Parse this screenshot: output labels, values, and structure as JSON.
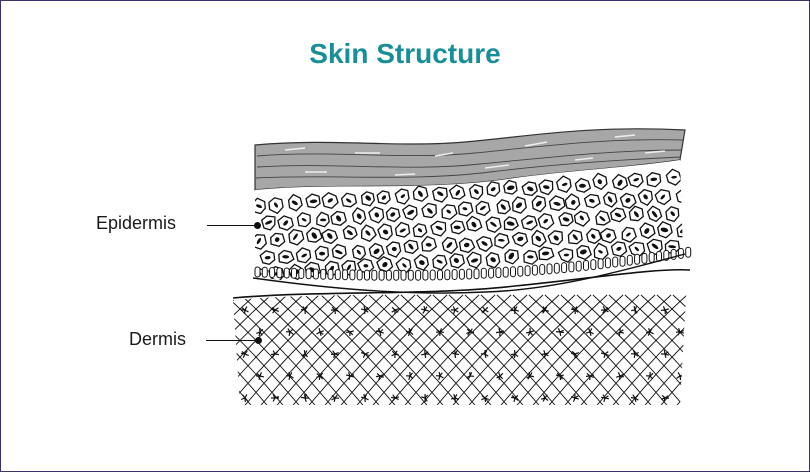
{
  "title": "Skin Structure",
  "labels": {
    "epidermis": "Epidermis",
    "dermis": "Dermis"
  },
  "colors": {
    "title": "#1a8e96",
    "border": "#3a2f6b",
    "ink": "#1a1a1a",
    "stratum_fill": "#9a9a9a"
  }
}
